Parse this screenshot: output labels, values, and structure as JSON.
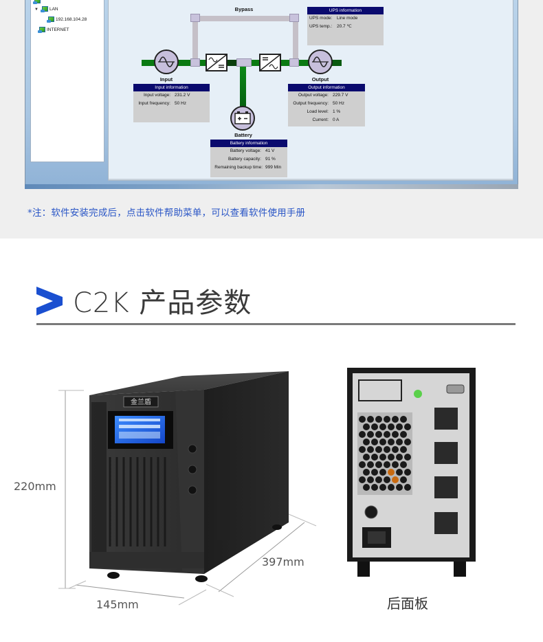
{
  "network_tree": {
    "items": [
      {
        "label": "LAN",
        "expanded": true
      },
      {
        "label": "192.168.104.28"
      },
      {
        "label": "INTERNET"
      }
    ]
  },
  "diagram": {
    "bypass_label": "Bypass",
    "input_label": "Input",
    "output_label": "Output",
    "battery_label": "Battery",
    "colors": {
      "active_line": "#0a7a12",
      "bypass_line": "#c5c0c8",
      "info_header": "#0a0a6e"
    }
  },
  "ups_info": {
    "title": "UPS information",
    "rows": [
      {
        "label": "UPS mode:",
        "value": "Line mode"
      },
      {
        "label": "UPS temp.:",
        "value": "20.7 ℃"
      }
    ]
  },
  "input_info": {
    "title": "Input information",
    "rows": [
      {
        "label": "Input voltage:",
        "value": "231.2 V"
      },
      {
        "label": "Input frequency:",
        "value": "50 Hz"
      }
    ]
  },
  "output_info": {
    "title": "Output information",
    "rows": [
      {
        "label": "Output voltage:",
        "value": "229.7 V"
      },
      {
        "label": "Output frequency:",
        "value": "50 Hz"
      },
      {
        "label": "Load level:",
        "value": "1 %"
      },
      {
        "label": "Current:",
        "value": "0 A"
      }
    ]
  },
  "battery_info": {
    "title": "Battery information",
    "rows": [
      {
        "label": "Battery voltage:",
        "value": "41 V"
      },
      {
        "label": "Battery capacity:",
        "value": "91 %"
      },
      {
        "label": "Remaining backup time:",
        "value": "999 Min"
      }
    ]
  },
  "note": "*注：软件安装完成后，点击软件帮助菜单，可以查看软件使用手册",
  "spec_section": {
    "title": "C2K 产品参数",
    "accent_color": "#1a4fd0",
    "dimensions": {
      "height": "220mm",
      "depth": "397mm",
      "width": "145mm"
    },
    "brand_logo_text": "金兰盾",
    "rear_caption": "后面板"
  }
}
